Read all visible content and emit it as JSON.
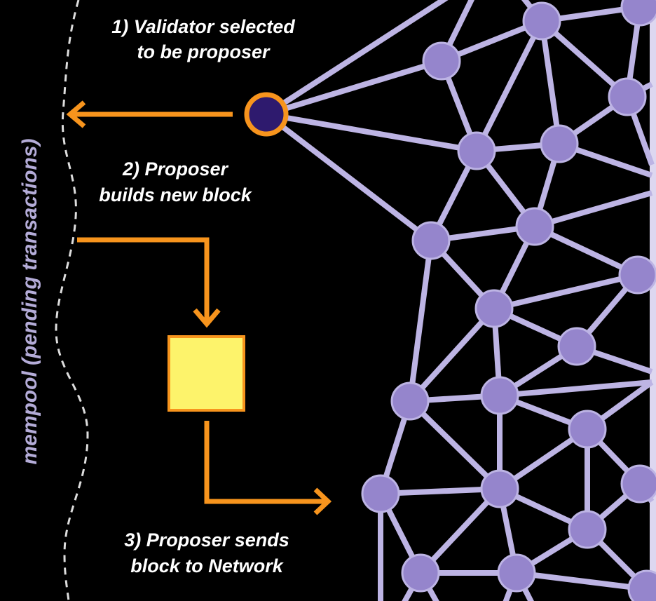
{
  "labels": {
    "step1_line1": "1) Validator selected",
    "step1_line2": "to be proposer",
    "step2_line1": "2) Proposer",
    "step2_line2": "builds new block",
    "step3_line1": "3) Proposer sends",
    "step3_line2": "block to Network",
    "mempool": "mempool (pending transactions)"
  },
  "colors": {
    "background": "#000000",
    "arrow": "#f7941d",
    "block_fill": "#fdf36b",
    "node_fill": "#9585cc",
    "edge": "#bdb4e4",
    "proposer_fill": "#2e1a6e",
    "mempool_text": "#b4acd8"
  }
}
